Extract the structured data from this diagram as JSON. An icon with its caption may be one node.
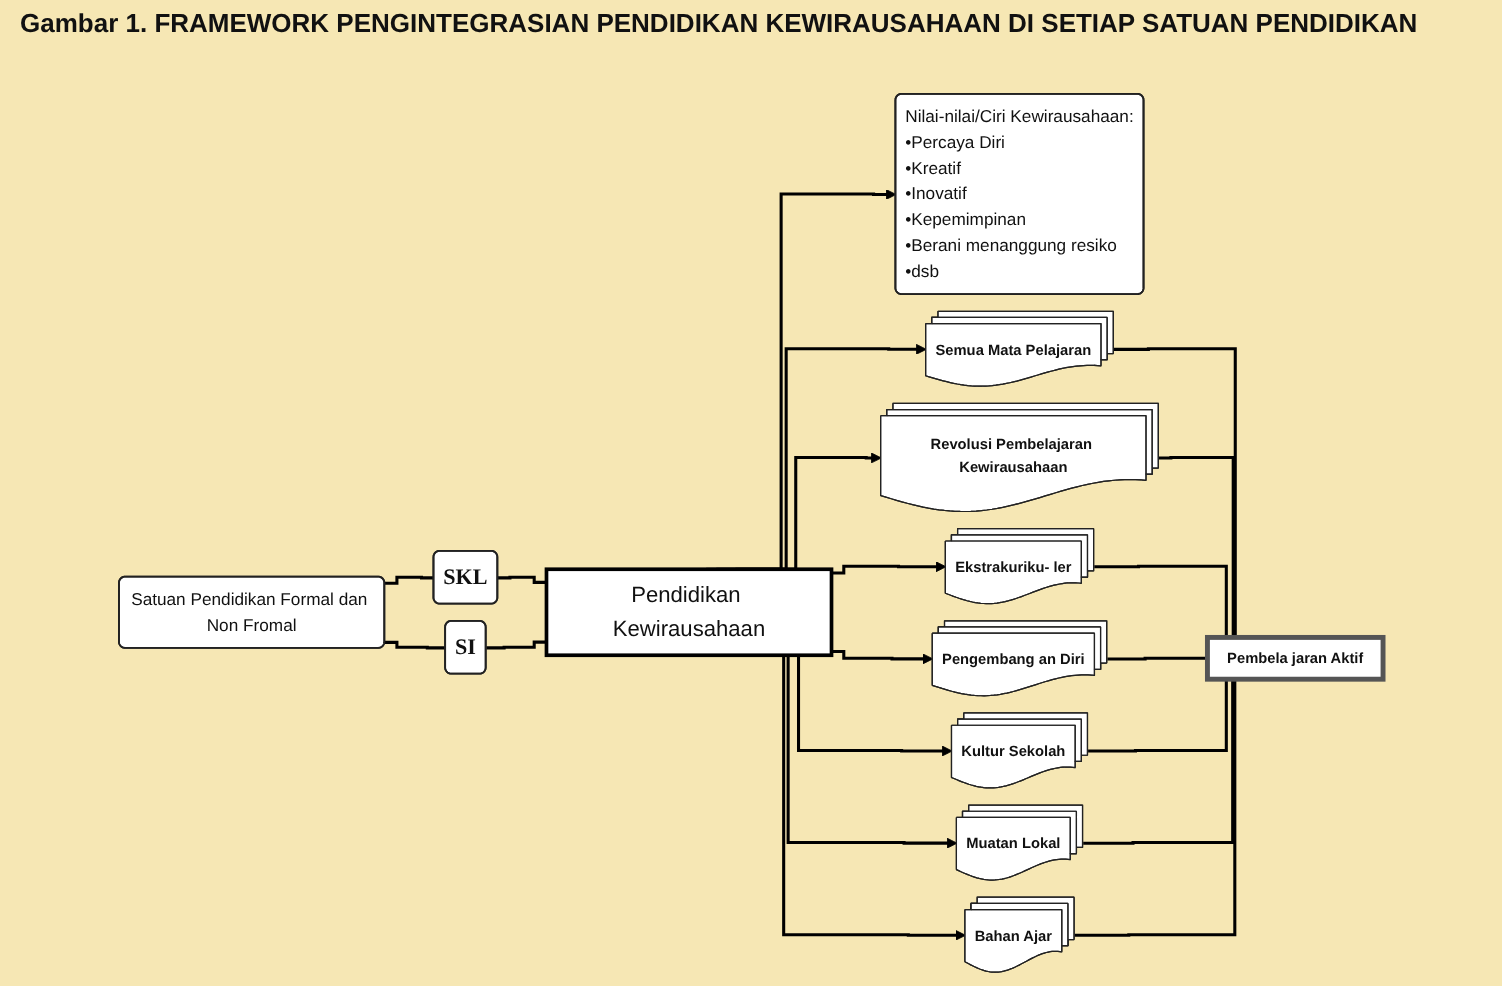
{
  "diagram": {
    "title": "Gambar 1. FRAMEWORK PENGINTEGRASIAN PENDIDIKAN KEWIRAUSAHAAN DI SETIAP SATUAN PENDIDIKAN",
    "nodes": [
      {
        "text": [
          "Satuan Pendidikan Formal dan Non Fromal"
        ]
      },
      {
        "text": [
          "SKL"
        ]
      },
      {
        "text": [
          "SI"
        ]
      },
      {
        "text": [
          "Pendidikan Kewirausahaan"
        ]
      },
      {
        "text": [
          "Nilai-nilai/Ciri Kewirausahaan:",
          "•Percaya Diri",
          "•Kreatif",
          "•Inovatif",
          "•Kepemimpinan",
          "•Berani menanggung resiko",
          "•dsb"
        ]
      },
      {
        "text": [
          "Semua Mata Pelajaran"
        ]
      },
      {
        "text": [
          "Revolusi Pembelajaran Kewirausahaan"
        ]
      },
      {
        "text": [
          "Ekstrakuriku- ler"
        ]
      },
      {
        "text": [
          "Pengembang an Diri"
        ]
      },
      {
        "text": [
          "Kultur Sekolah"
        ]
      },
      {
        "text": [
          "Muatan Lokal"
        ]
      },
      {
        "text": [
          "Bahan Ajar"
        ]
      },
      {
        "text": [
          "Pembela jaran Aktif"
        ]
      }
    ],
    "edges": [
      {
        "from": 0,
        "to": 1,
        "arrow": "none"
      },
      {
        "from": 0,
        "to": 2,
        "arrow": "none"
      },
      {
        "from": 1,
        "to": 3,
        "arrow": "none"
      },
      {
        "from": 2,
        "to": 3,
        "arrow": "none"
      },
      {
        "from": 3,
        "to": 4,
        "arrow": "to"
      },
      {
        "from": 3,
        "to": 5,
        "arrow": "to"
      },
      {
        "from": 3,
        "to": 6,
        "arrow": "to"
      },
      {
        "from": 3,
        "to": 7,
        "arrow": "to"
      },
      {
        "from": 3,
        "to": 8,
        "arrow": "to"
      },
      {
        "from": 3,
        "to": 9,
        "arrow": "to"
      },
      {
        "from": 3,
        "to": 10,
        "arrow": "to"
      },
      {
        "from": 3,
        "to": 11,
        "arrow": "to"
      },
      {
        "from": 5,
        "to": 12,
        "arrow": "none"
      },
      {
        "from": 6,
        "to": 12,
        "arrow": "none"
      },
      {
        "from": 7,
        "to": 12,
        "arrow": "none"
      },
      {
        "from": 8,
        "to": 12,
        "arrow": "none"
      },
      {
        "from": 9,
        "to": 12,
        "arrow": "none"
      },
      {
        "from": 10,
        "to": 12,
        "arrow": "none"
      },
      {
        "from": 11,
        "to": 12,
        "arrow": "none"
      }
    ]
  }
}
